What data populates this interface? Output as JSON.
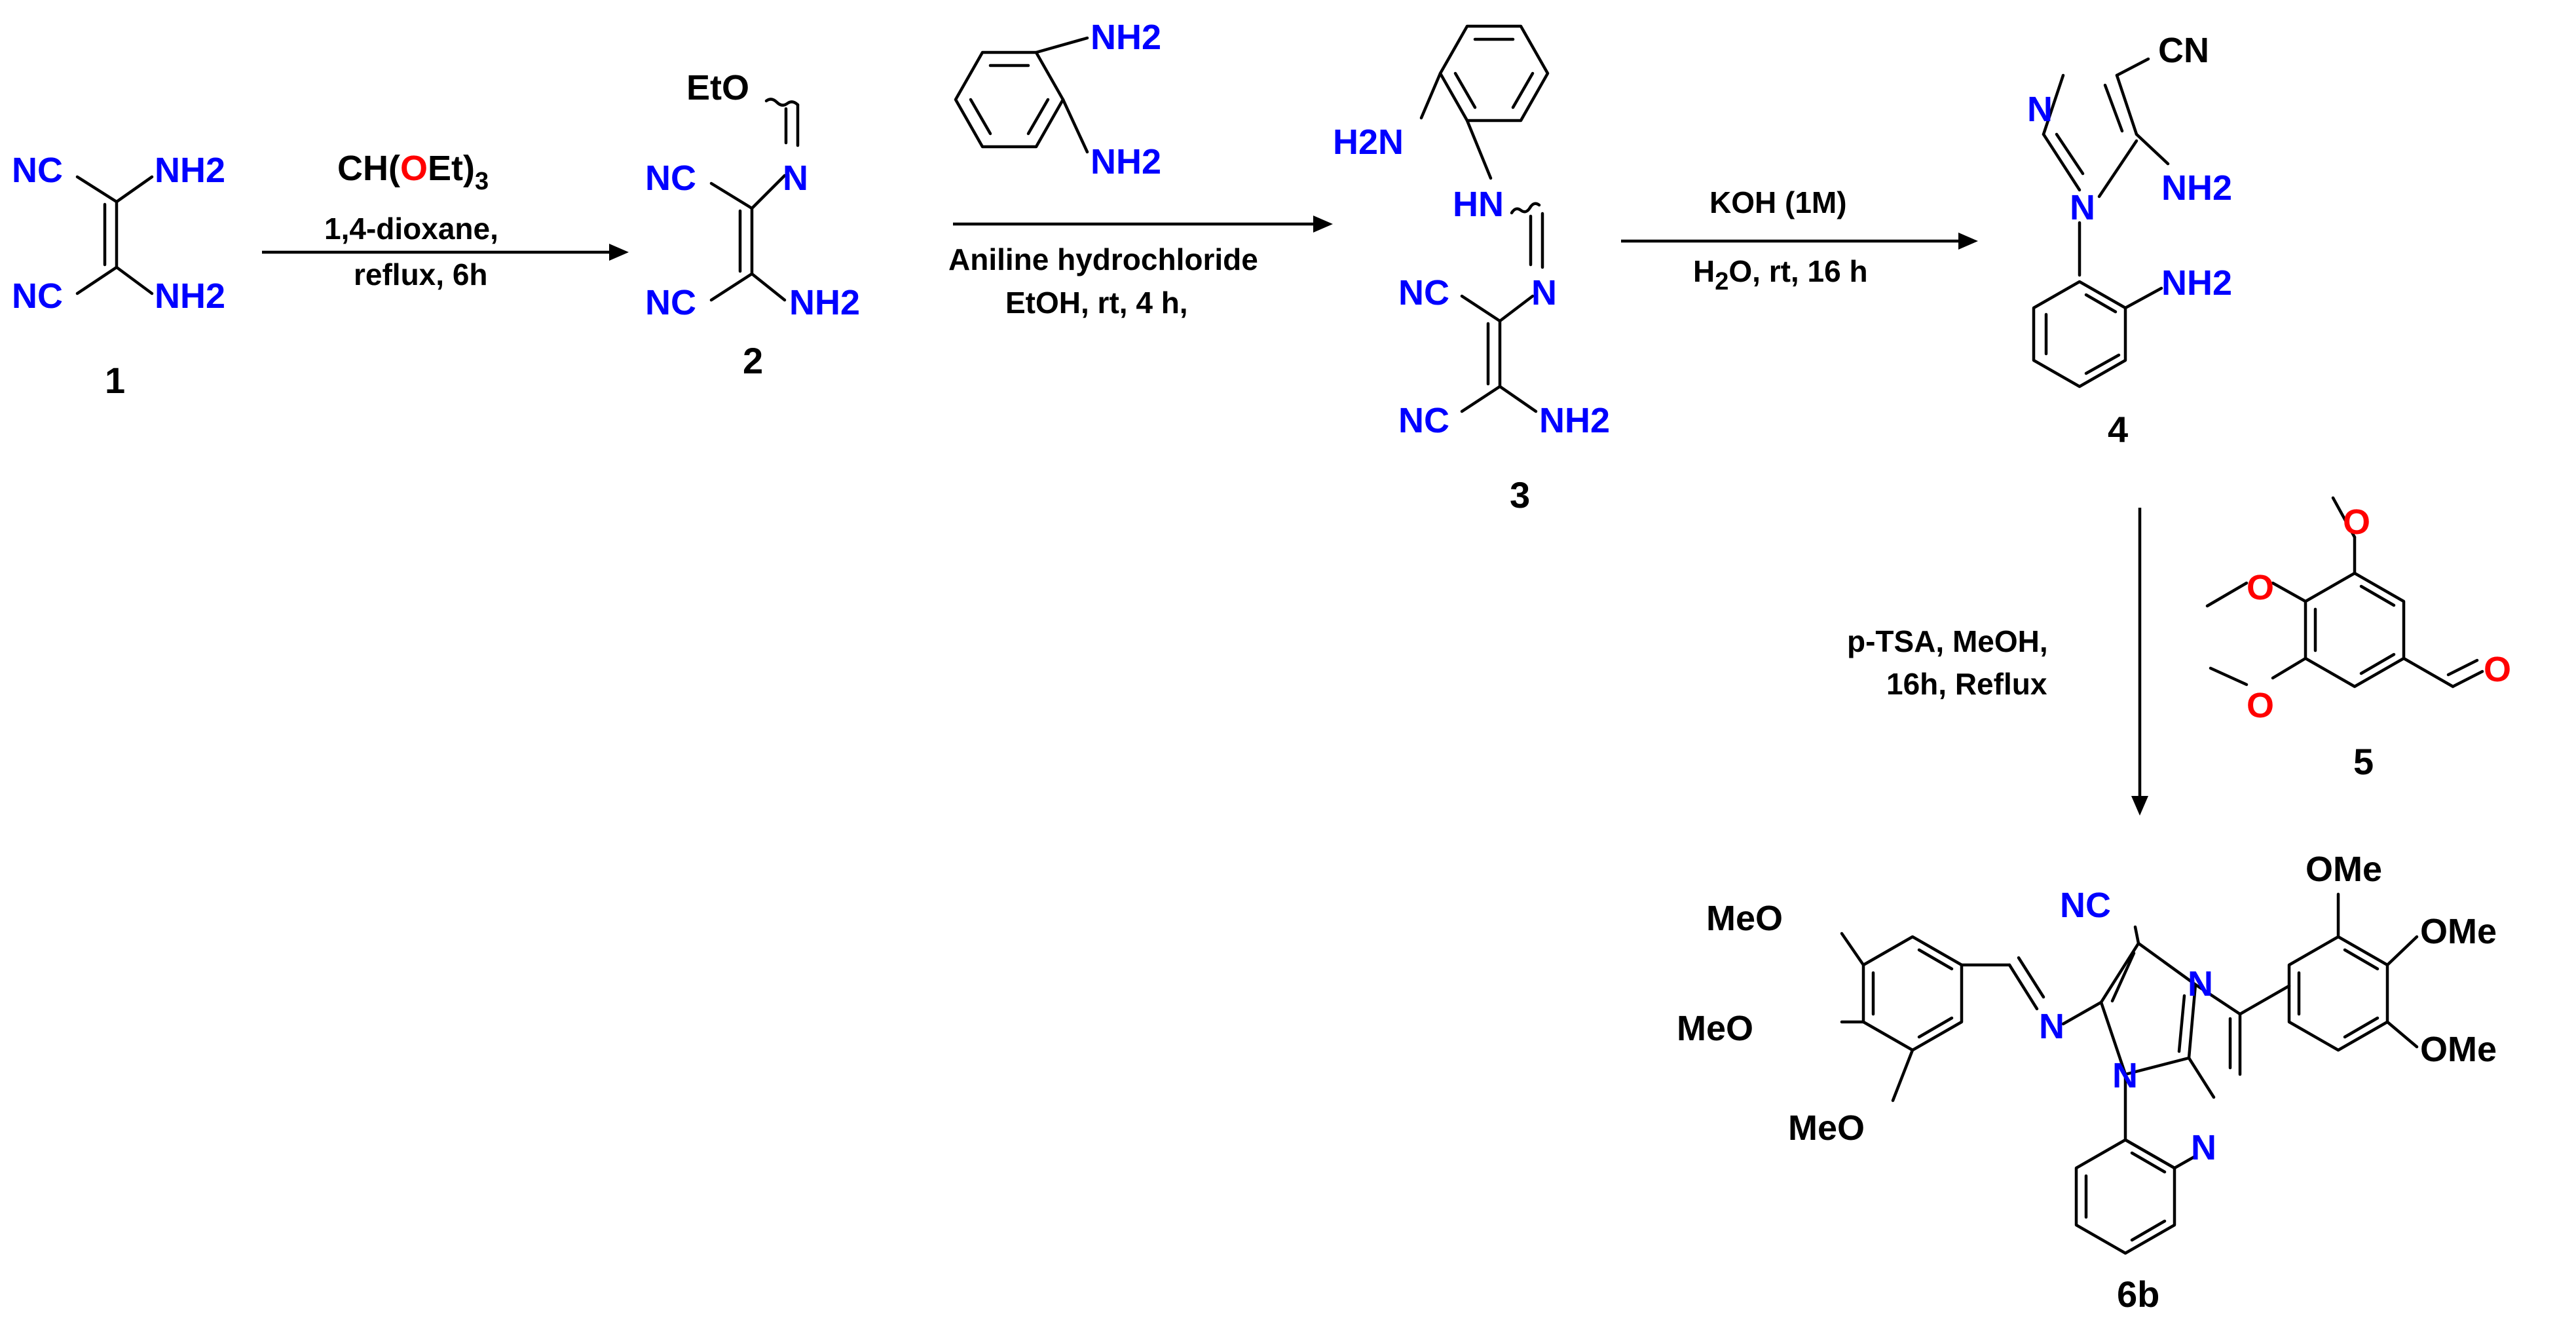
{
  "colors": {
    "nitrogen": "#0000ff",
    "oxygen": "#ff0000",
    "carbon_text": "#000000"
  },
  "compounds": {
    "c1": {
      "label": "1",
      "atoms": {
        "nc_a": "NC",
        "nh2_a": "NH2",
        "nc_b": "NC",
        "nh2_b": "NH2"
      }
    },
    "c2": {
      "label": "2",
      "atoms": {
        "eto": "EtO",
        "n": "N",
        "nc_a": "NC",
        "nc_b": "NC",
        "nh2": "NH2"
      }
    },
    "c3": {
      "label": "3",
      "atoms": {
        "h2n": "H2N",
        "hn": "HN",
        "n": "N",
        "nc_a": "NC",
        "nc_b": "NC",
        "nh2": "NH2"
      }
    },
    "c4": {
      "label": "4",
      "atoms": {
        "cn": "CN",
        "n3": "N",
        "n1": "N",
        "nh2_ring": "NH2",
        "nh2_aryl": "NH2"
      }
    },
    "c5": {
      "label": "5",
      "atoms": {
        "o_top": "O",
        "o_left": "O",
        "o_low": "O",
        "o_ald": "O"
      }
    },
    "c6b": {
      "label": "6b",
      "atoms": {
        "meo1": "MeO",
        "meo2": "MeO",
        "meo3": "MeO",
        "ome1": "OMe",
        "ome2": "OMe",
        "ome3": "OMe",
        "nc": "NC",
        "n_imine": "N",
        "n_im": "N",
        "n_bridge": "N",
        "n_quin": "N"
      }
    },
    "diamine": {
      "atoms": {
        "nh2_top": "NH2",
        "nh2_bot": "NH2"
      }
    }
  },
  "steps": {
    "s1": {
      "reagent_pre": "CH(",
      "reagent_o": "O",
      "reagent_post": "Et)",
      "reagent_sub": "3",
      "line2": "1,4-dioxane,",
      "line3": "reflux, 6h"
    },
    "s2": {
      "line1": "Aniline hydrochloride",
      "line2": "EtOH, rt, 4 h,"
    },
    "s3": {
      "line1": "KOH (1M)",
      "line2_h": "H",
      "line2_sub": "2",
      "line2_rest": "O, rt, 16 h"
    },
    "s4": {
      "line1": "p-TSA, MeOH,",
      "line2": "16h, Reflux"
    }
  }
}
